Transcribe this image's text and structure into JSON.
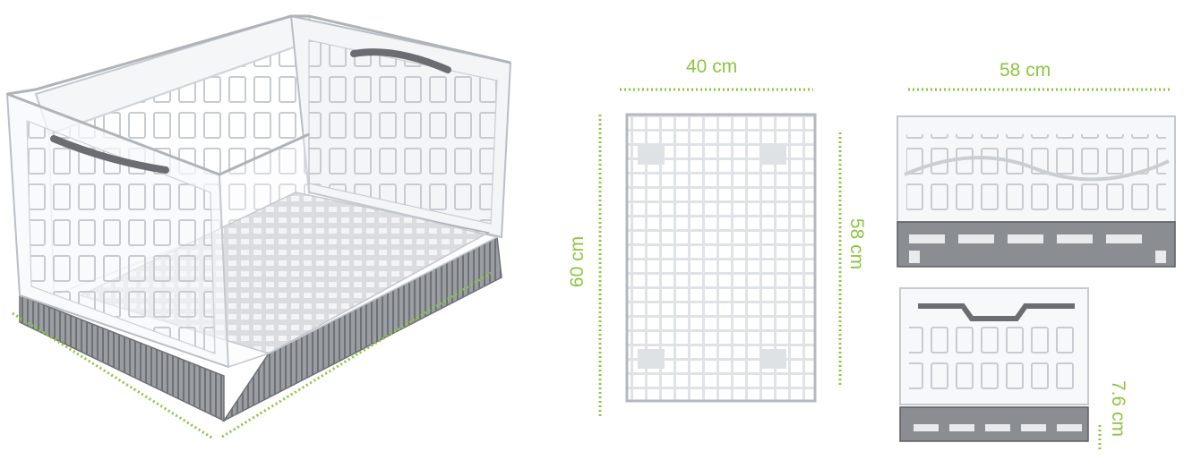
{
  "dimensions": {
    "top_width": "40 cm",
    "top_length_left": "60 cm",
    "top_length_right": "58 cm",
    "side_width": "58 cm",
    "folded_height": "7.6 cm"
  },
  "colors": {
    "accent": "#8cc63f",
    "frame_light": "#e6e9ec",
    "frame_line": "#b9bfc6",
    "base_grey": "#8a8d91",
    "base_dark": "#5b5e62"
  }
}
